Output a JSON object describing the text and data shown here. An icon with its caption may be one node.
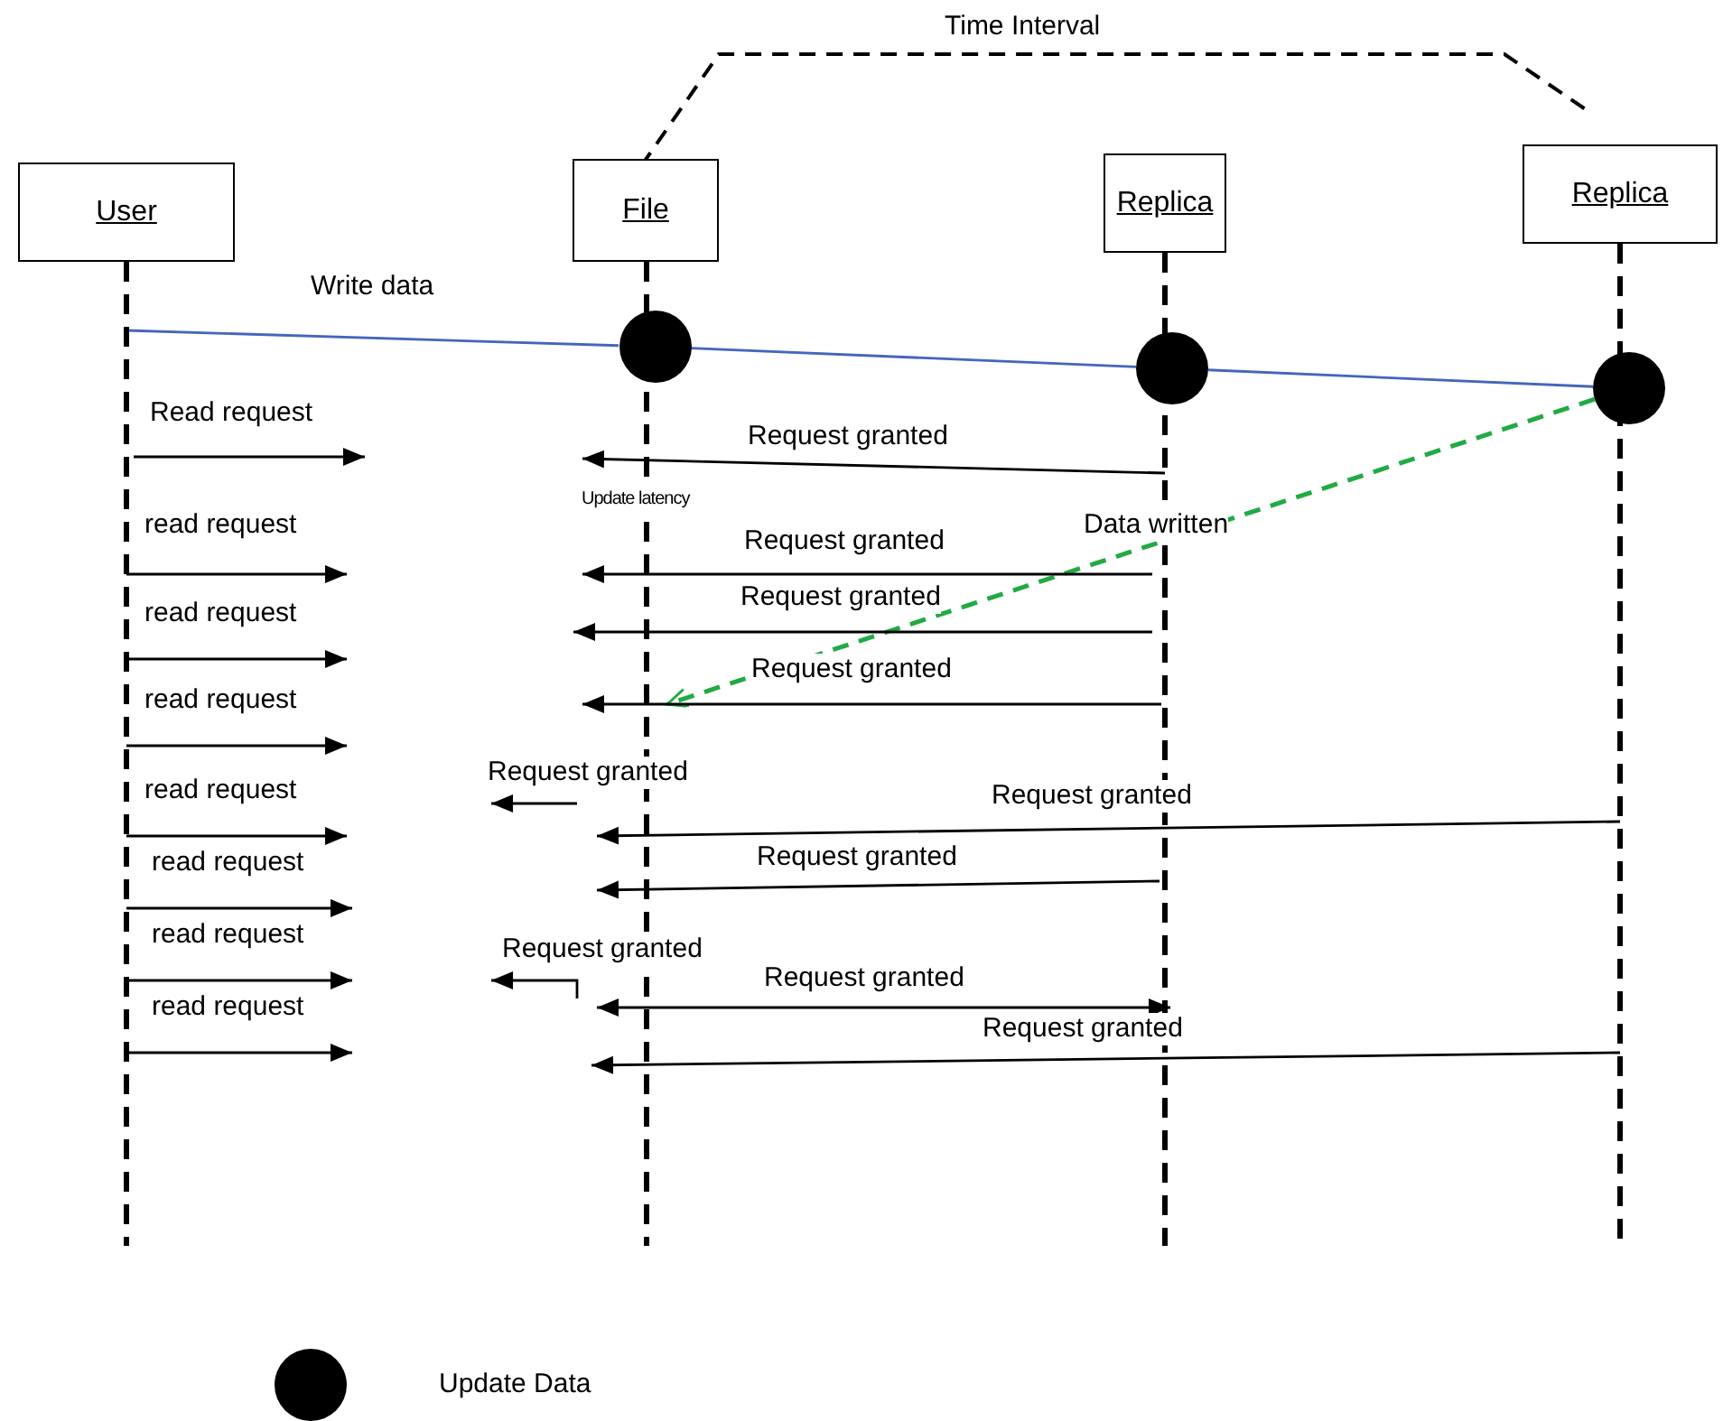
{
  "diagram": {
    "nodes": [
      {
        "text": [
          "User"
        ]
      },
      {
        "text": [
          "File"
        ]
      },
      {
        "text": [
          "Replica"
        ]
      },
      {
        "text": [
          "Replica"
        ]
      },
      {
        "text": [],
        "shape": "circle",
        "in": 1
      },
      {
        "text": [],
        "shape": "circle",
        "in": 2
      },
      {
        "text": [],
        "shape": "circle",
        "in": 3
      }
    ],
    "edges": [
      {
        "from": 0,
        "to": 4,
        "arrow": "none",
        "label": "Write data",
        "color": "#4466bb"
      },
      {
        "from": 4,
        "to": 5,
        "arrow": "none",
        "color": "#4466bb"
      },
      {
        "from": 5,
        "to": 6,
        "arrow": "none",
        "color": "#4466bb"
      },
      {
        "from": 0,
        "to": null,
        "arrow": "to",
        "label": "Read request"
      },
      {
        "from": 2,
        "to": 1,
        "arrow": "to",
        "label": "Request granted"
      },
      {
        "from": 6,
        "to": 1,
        "arrow": "to",
        "label": "Data written",
        "style": "dashed",
        "color": "#22aa44"
      },
      {
        "from": 0,
        "to": null,
        "arrow": "to",
        "label": "read request"
      },
      {
        "from": 0,
        "to": null,
        "arrow": "to",
        "label": "read request"
      },
      {
        "from": 0,
        "to": null,
        "arrow": "to",
        "label": "read request"
      },
      {
        "from": 0,
        "to": null,
        "arrow": "to",
        "label": "read request"
      },
      {
        "from": 0,
        "to": null,
        "arrow": "to",
        "label": "read request"
      },
      {
        "from": 0,
        "to": null,
        "arrow": "to",
        "label": "read request"
      },
      {
        "from": 0,
        "to": null,
        "arrow": "to",
        "label": "read request"
      },
      {
        "from": 2,
        "to": 1,
        "arrow": "to",
        "label": "Request granted"
      },
      {
        "from": 2,
        "to": 1,
        "arrow": "to",
        "label": "Request granted"
      },
      {
        "from": 2,
        "to": 1,
        "arrow": "to",
        "label": "Request granted"
      },
      {
        "from": 1,
        "to": null,
        "arrow": "to",
        "label": "Request granted"
      },
      {
        "from": 3,
        "to": 1,
        "arrow": "to",
        "label": "Request granted"
      },
      {
        "from": 2,
        "to": 1,
        "arrow": "to",
        "label": "Request granted"
      },
      {
        "from": 1,
        "to": null,
        "arrow": "to",
        "label": "Request granted"
      },
      {
        "from": 2,
        "to": 1,
        "arrow": "both",
        "label": "Request granted"
      },
      {
        "from": 3,
        "to": 1,
        "arrow": "to",
        "label": "Request granted"
      }
    ],
    "labels": [
      "Time Interval",
      "Update latency"
    ],
    "legend": [
      {
        "text": "Update Data"
      }
    ]
  }
}
